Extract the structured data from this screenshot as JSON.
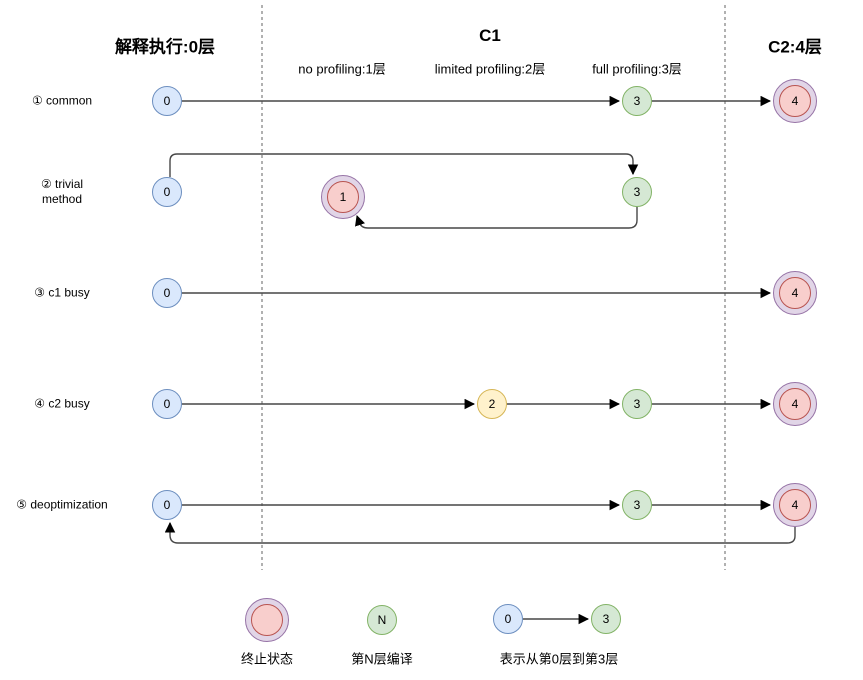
{
  "palette": {
    "blue-fill": "#dae8fc",
    "blue-stroke": "#6c8ebf",
    "green-fill": "#d5e8d4",
    "green-stroke": "#82b366",
    "yellow-fill": "#fff2cc",
    "yellow-stroke": "#d6b656",
    "red-fill": "#f8cecc",
    "red-stroke": "#b85450",
    "purple-fill": "#e1d5e7",
    "purple-stroke": "#9673a6",
    "wire": "#474747",
    "dash": "#979797"
  },
  "header": {
    "tier0": "解释执行:0层",
    "c1": "C1",
    "c1_no_profiling": "no profiling:1层",
    "c1_limited_profiling": "limited profiling:2层",
    "c1_full_profiling": "full profiling:3层",
    "c2": "C2:4层"
  },
  "rows": [
    {
      "label": "① common",
      "nodes": {
        "n0": "0",
        "n3": "3",
        "n4": "4"
      }
    },
    {
      "label": "② trivial method",
      "nodes": {
        "n0": "0",
        "n1": "1",
        "n3": "3"
      }
    },
    {
      "label": "③ c1 busy",
      "nodes": {
        "n0": "0",
        "n4": "4"
      }
    },
    {
      "label": "④ c2 busy",
      "nodes": {
        "n0": "0",
        "n2": "2",
        "n3": "3",
        "n4": "4"
      }
    },
    {
      "label": "⑤ deoptimization",
      "nodes": {
        "n0": "0",
        "n3": "3",
        "n4": "4"
      }
    }
  ],
  "legend": {
    "terminal_label": "终止状态",
    "tier_node_value": "N",
    "tier_label": "第N层编译",
    "transition_from": "0",
    "transition_to": "3",
    "transition_label": "表示从第0层到第3层"
  }
}
